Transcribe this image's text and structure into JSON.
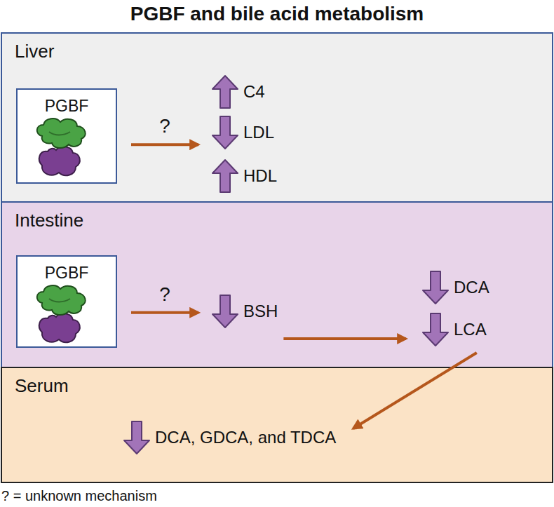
{
  "diagram": {
    "title": "PGBF and bile acid metabolism",
    "nodes": [
      {
        "text": [
          "Liver"
        ]
      },
      {
        "text": [
          "PGBF"
        ],
        "in": 0
      },
      {
        "text": [
          "C4"
        ],
        "in": 0
      },
      {
        "text": [
          "LDL"
        ],
        "in": 0
      },
      {
        "text": [
          "HDL"
        ],
        "in": 0
      },
      {
        "text": [
          "Intestine"
        ]
      },
      {
        "text": [
          "PGBF"
        ],
        "in": 5
      },
      {
        "text": [
          "BSH"
        ],
        "in": 5
      },
      {
        "text": [
          "DCA"
        ],
        "in": 5
      },
      {
        "text": [
          "LCA"
        ],
        "in": 5
      },
      {
        "text": [
          "Serum"
        ]
      },
      {
        "text": [
          "DCA, GDCA, and TDCA"
        ],
        "in": 10
      }
    ],
    "edges": [
      {
        "from": 1,
        "to": 3,
        "label": "?",
        "arrow": "to"
      },
      {
        "from": 6,
        "to": 7,
        "label": "?",
        "arrow": "to"
      },
      {
        "from": 7,
        "to": 9,
        "arrow": "to"
      },
      {
        "from": 9,
        "to": 11,
        "arrow": "to"
      }
    ],
    "labels": [
      "? = unknown mechanism"
    ]
  }
}
